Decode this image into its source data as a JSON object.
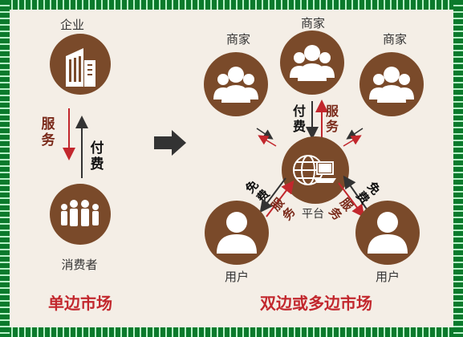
{
  "labels": {
    "enterprise": "企业",
    "consumer": "消费者",
    "service_vertical": "服务",
    "pay_vertical": "付费",
    "single_market": "单边市场",
    "merchant_left": "商家",
    "merchant_mid": "商家",
    "merchant_right": "商家",
    "platform": "平台",
    "user_left": "用户",
    "user_right": "用户",
    "pay_top": "付费",
    "service_top": "服务",
    "free_left": "免费",
    "service_left": "服务",
    "service_right": "服务",
    "free_right": "免费",
    "multi_market": "双边或多边市场"
  },
  "colors": {
    "brown": "#7a4a2a",
    "red": "#c2272d",
    "frame": "#16a34a",
    "bg": "#f4eee6"
  }
}
